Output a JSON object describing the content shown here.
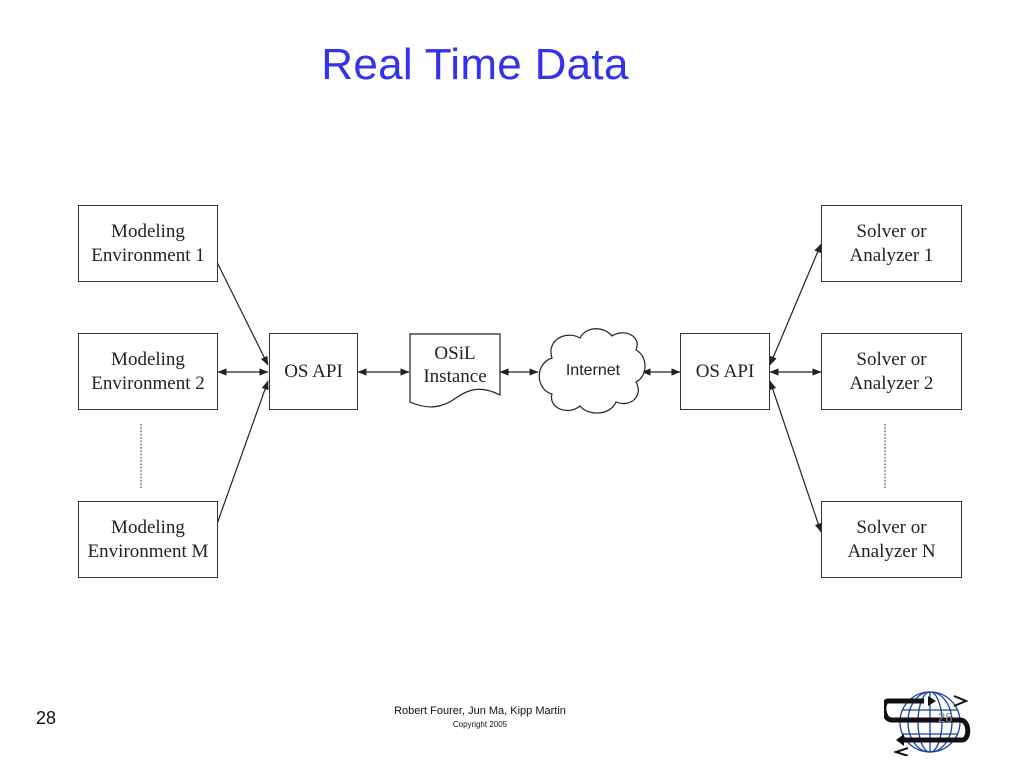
{
  "slide": {
    "title": "Real Time Data",
    "number": "28",
    "footer": {
      "authors": "Robert Fourer, Jun Ma, Kipp Martin",
      "copyright": "Copyright 2005",
      "logo_number": "28"
    }
  },
  "diagram": {
    "modeling_environments": [
      {
        "label": "Modeling\nEnvironment 1"
      },
      {
        "label": "Modeling\nEnvironment 2"
      },
      {
        "label": "Modeling\nEnvironment M"
      }
    ],
    "solvers": [
      {
        "label": "Solver or\nAnalyzer 1"
      },
      {
        "label": "Solver or\nAnalyzer 2"
      },
      {
        "label": "Solver or\nAnalyzer N"
      }
    ],
    "os_api_left": "OS API",
    "osil_instance": "OSiL\nInstance",
    "internet": "Internet",
    "os_api_right": "OS API"
  },
  "colors": {
    "title": "#3333ee",
    "lines": "#222222"
  }
}
